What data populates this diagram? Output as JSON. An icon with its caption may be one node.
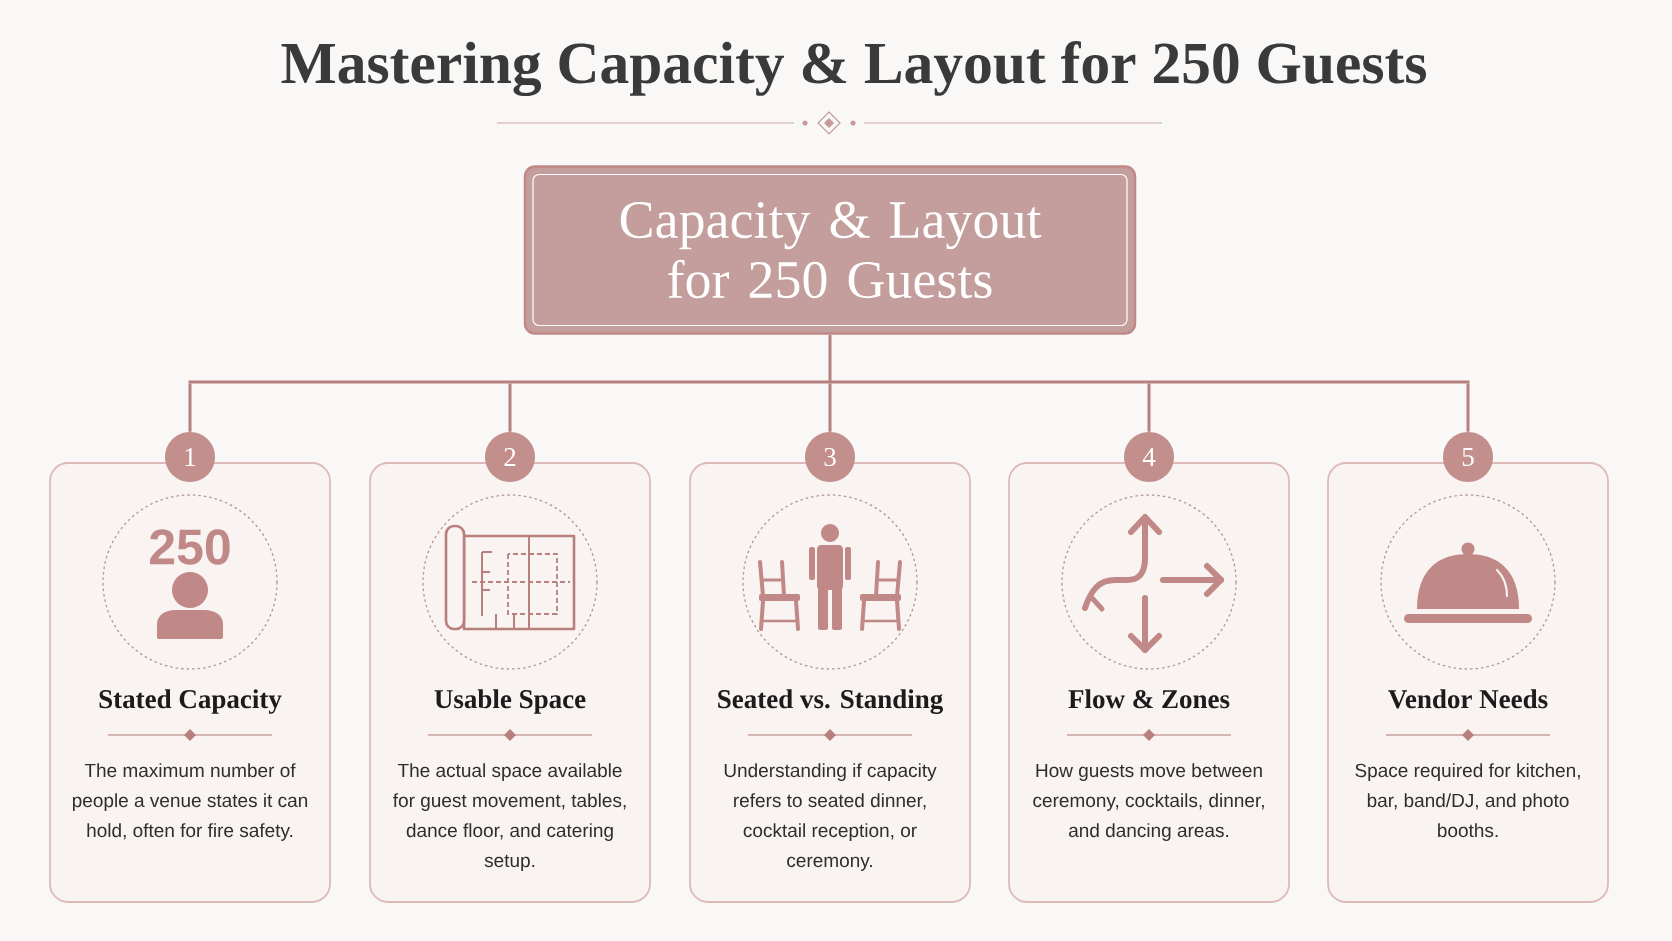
{
  "diagram": {
    "title": "Mastering Capacity & Layout for 250 Guests",
    "nodes": [
      {
        "text": [
          "Capacity & Layout for 250 Guests"
        ]
      },
      {
        "text": [
          "1"
        ]
      },
      {
        "text": [
          "2"
        ]
      },
      {
        "text": [
          "3"
        ]
      },
      {
        "text": [
          "4"
        ]
      },
      {
        "text": [
          "5"
        ]
      },
      {
        "text": [
          "Stated Capacity",
          "The maximum number of people a venue states it can hold, often for fire safety."
        ]
      },
      {
        "text": [
          "Usable Space",
          "The actual space available for guest movement, tables, dance floor, and catering setup."
        ]
      },
      {
        "text": [
          "Seated vs. Standing",
          "Understanding if capacity refers to seated dinner, cocktail reception, or ceremony."
        ]
      },
      {
        "text": [
          "Flow & Zones",
          "How guests move between ceremony, cocktails, dinner, and dancing areas."
        ]
      },
      {
        "text": [
          "Vendor Needs",
          "Space required for kitchen, bar, band/DJ, and photo booths."
        ]
      }
    ],
    "edges": [
      {
        "from": 0,
        "to": 1,
        "arrow": "none"
      },
      {
        "from": 0,
        "to": 2,
        "arrow": "none"
      },
      {
        "from": 0,
        "to": 3,
        "arrow": "none"
      },
      {
        "from": 0,
        "to": 4,
        "arrow": "none"
      },
      {
        "from": 0,
        "to": 5,
        "arrow": "none"
      }
    ],
    "labels": [
      "250"
    ]
  }
}
